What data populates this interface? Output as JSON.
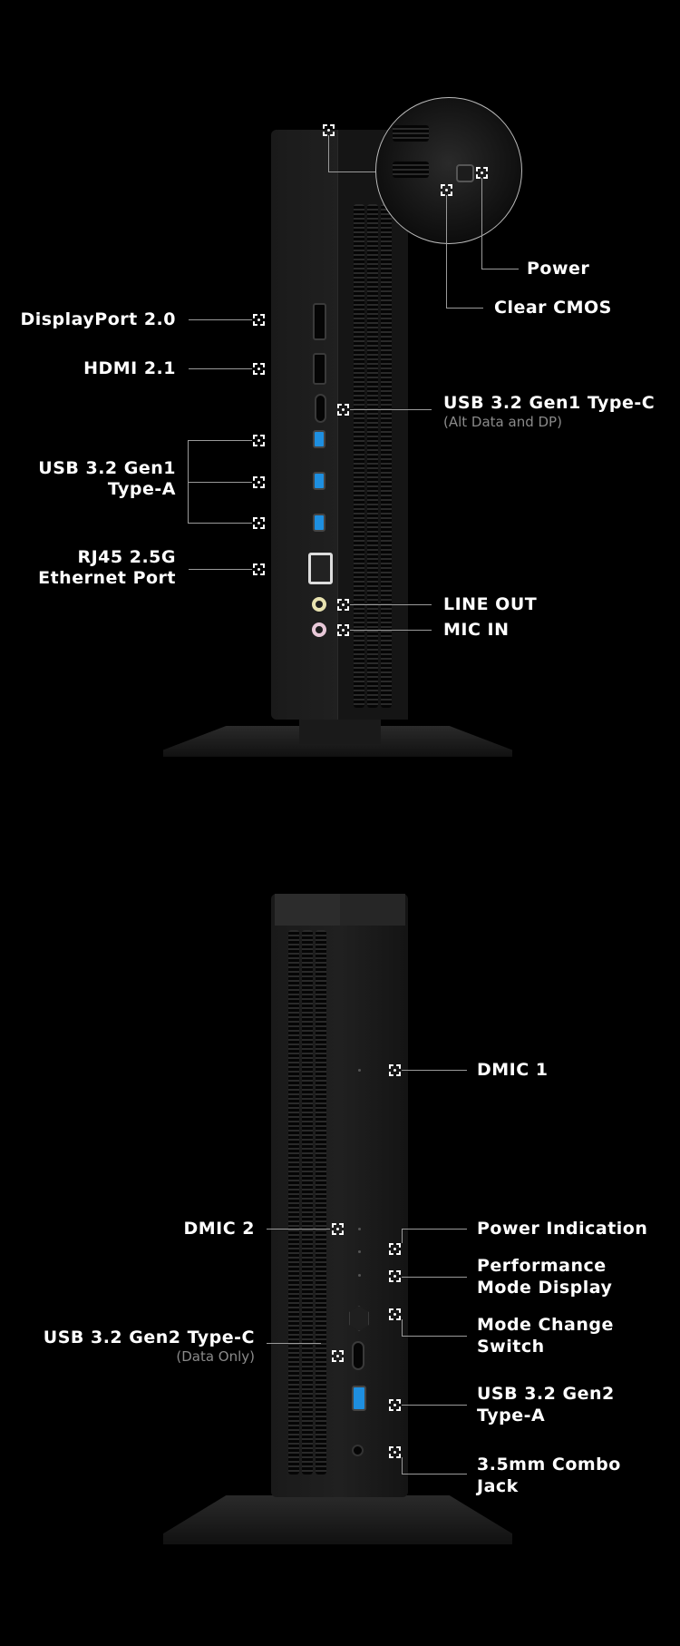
{
  "rear_view": {
    "labels": {
      "power": "Power",
      "clear_cmos": "Clear CMOS",
      "displayport": "DisplayPort 2.0",
      "hdmi": "HDMI 2.1",
      "usbc_title": "USB 3.2 Gen1 Type-C",
      "usbc_sub": "(Alt Data and DP)",
      "usba_line1": "USB 3.2 Gen1",
      "usba_line2": "Type-A",
      "rj45_line1": "RJ45 2.5G",
      "rj45_line2": "Ethernet Port",
      "line_out": "LINE OUT",
      "mic_in": "MIC IN"
    }
  },
  "front_view": {
    "labels": {
      "dmic1": "DMIC 1",
      "dmic2": "DMIC 2",
      "power_indication": "Power Indication",
      "perf_line1": "Performance",
      "perf_line2": "Mode Display",
      "mode_line1": "Mode Change",
      "mode_line2": "Switch",
      "usbc_title": "USB 3.2 Gen2 Type-C",
      "usbc_sub": "(Data Only)",
      "usba_line1": "USB 3.2 Gen2",
      "usba_line2": "Type-A",
      "combo_line1": "3.5mm Combo",
      "combo_line2": "Jack"
    }
  },
  "colors": {
    "background": "#000000",
    "usb_blue": "#1e8fe0",
    "line_out": "#e8e2b0",
    "mic_in": "#e8c8d8"
  }
}
